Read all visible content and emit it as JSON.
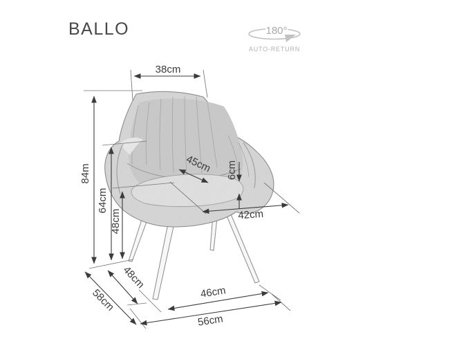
{
  "title": "BALLO",
  "badge": {
    "degrees": "180°",
    "label": "AUTO-RETURN"
  },
  "dims": {
    "backrest_width": "38cm",
    "total_height": "84m",
    "armrest_height": "64cm",
    "seat_height": "48cm",
    "seat_width_diagonal": "45cm",
    "cushion_thickness": "6cm",
    "seat_depth": "42cm",
    "base_depth": "48cm",
    "total_depth": "58cm",
    "front_width": "46cm",
    "total_width": "56cm"
  },
  "colors": {
    "background": "#ffffff",
    "dimension_line": "#3b3b3b",
    "extension_line": "#757575",
    "chair_fill": "#d9d9d9",
    "chair_outline": "#8f8f8f",
    "muted_badge": "#b2b2b2",
    "title_text": "#474747"
  }
}
